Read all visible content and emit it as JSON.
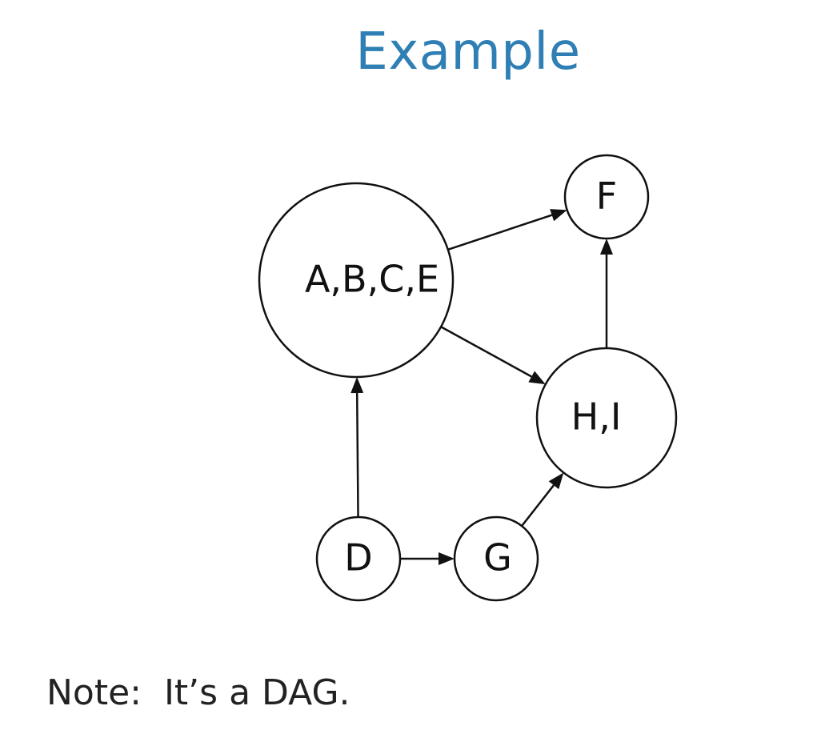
{
  "slide": {
    "title": "Example",
    "note": "Note:  It’s a DAG."
  },
  "graph": {
    "nodes": [
      {
        "id": "abce",
        "label": "A,B,C,E"
      },
      {
        "id": "f",
        "label": "F"
      },
      {
        "id": "hi",
        "label": "H,I"
      },
      {
        "id": "d",
        "label": "D"
      },
      {
        "id": "g",
        "label": "G"
      }
    ],
    "edges": [
      {
        "from": "abce",
        "to": "f"
      },
      {
        "from": "abce",
        "to": "hi"
      },
      {
        "from": "d",
        "to": "abce"
      },
      {
        "from": "d",
        "to": "g"
      },
      {
        "from": "g",
        "to": "hi"
      },
      {
        "from": "hi",
        "to": "f"
      }
    ]
  }
}
